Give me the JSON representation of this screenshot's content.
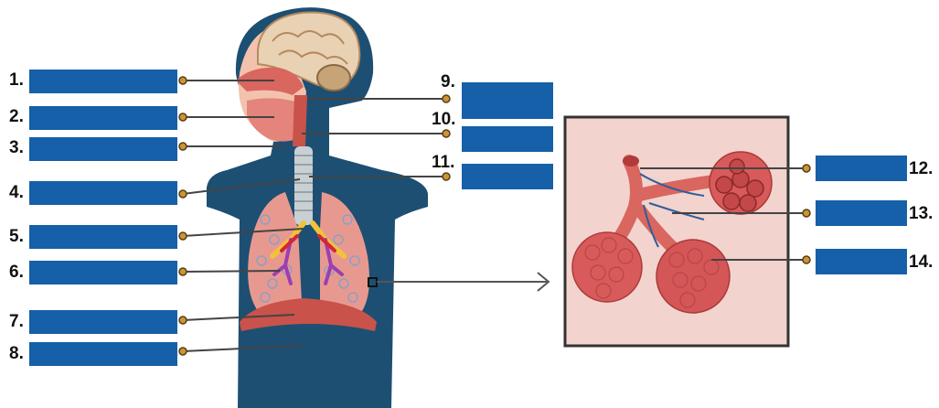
{
  "labels": [
    {
      "number": "1."
    },
    {
      "number": "2."
    },
    {
      "number": "3."
    },
    {
      "number": "4."
    },
    {
      "number": "5."
    },
    {
      "number": "6."
    },
    {
      "number": "7."
    },
    {
      "number": "8."
    },
    {
      "number": "9."
    },
    {
      "number": "10."
    },
    {
      "number": "11."
    },
    {
      "number": "12."
    },
    {
      "number": "13."
    },
    {
      "number": "14."
    }
  ],
  "colors": {
    "label_box": "#1560a8",
    "body": "#1d4f73",
    "skin": "#f2c2ad",
    "lung": "#e8998f",
    "diaphragm": "#c9524a",
    "trachea": "#c9d0d4",
    "bronchi": "#f2c23b",
    "brain": "#e9d1b3",
    "inset_bg": "#f3d3cd",
    "alveoli": "#d95a5a",
    "leader_line": "#444444",
    "dot": "#c8953a"
  }
}
